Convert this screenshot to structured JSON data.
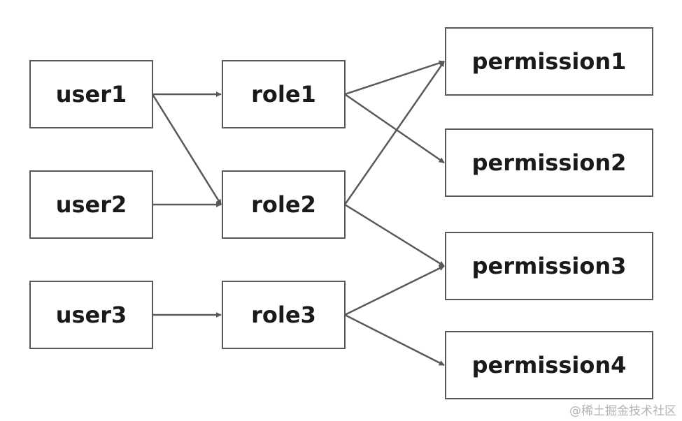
{
  "nodes": [
    {
      "id": "user1",
      "label": "user1"
    },
    {
      "id": "user2",
      "label": "user2"
    },
    {
      "id": "user3",
      "label": "user3"
    },
    {
      "id": "role1",
      "label": "role1"
    },
    {
      "id": "role2",
      "label": "role2"
    },
    {
      "id": "role3",
      "label": "role3"
    },
    {
      "id": "permission1",
      "label": "permission1"
    },
    {
      "id": "permission2",
      "label": "permission2"
    },
    {
      "id": "permission3",
      "label": "permission3"
    },
    {
      "id": "permission4",
      "label": "permission4"
    }
  ],
  "edges": [
    {
      "from": "user1",
      "to": "role1"
    },
    {
      "from": "user1",
      "to": "role2"
    },
    {
      "from": "user2",
      "to": "role2"
    },
    {
      "from": "user3",
      "to": "role3"
    },
    {
      "from": "role1",
      "to": "permission1"
    },
    {
      "from": "role1",
      "to": "permission2"
    },
    {
      "from": "role2",
      "to": "permission1"
    },
    {
      "from": "role2",
      "to": "permission3"
    },
    {
      "from": "role3",
      "to": "permission3"
    },
    {
      "from": "role3",
      "to": "permission4"
    }
  ],
  "colors": {
    "stroke": "#595959",
    "text": "#1a1a1a",
    "watermark": "#b3b3b3"
  },
  "watermark": "@稀土掘金技术社区"
}
